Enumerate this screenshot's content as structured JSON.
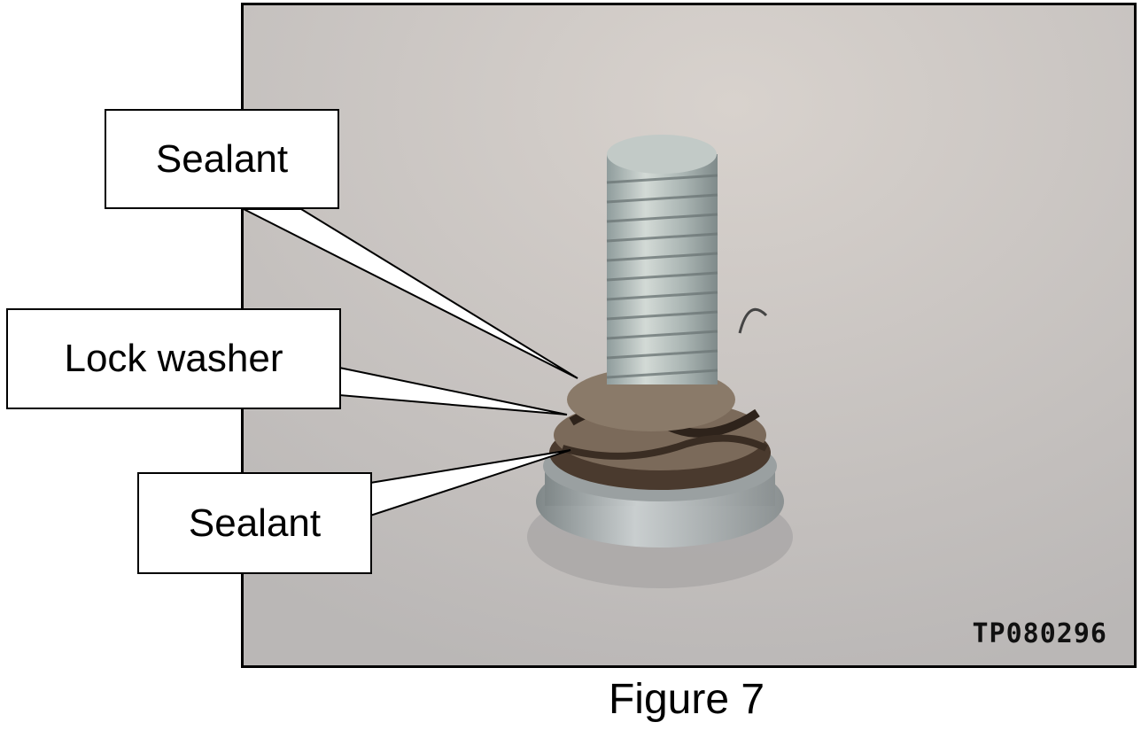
{
  "figure": {
    "caption": "Figure 7",
    "photo_id": "TP080296",
    "labels": {
      "sealant_top": "Sealant",
      "lock_washer": "Lock washer",
      "sealant_bottom": "Sealant"
    }
  }
}
